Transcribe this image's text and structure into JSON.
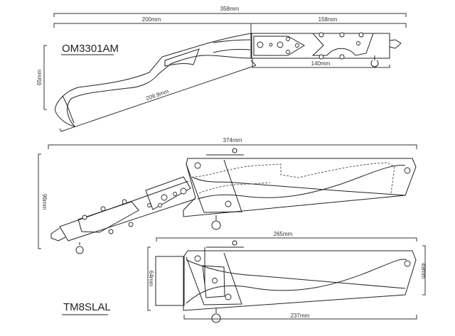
{
  "knife_top": {
    "model": "OM3301AM",
    "overall_length": "358mm",
    "blade_length": "200mm",
    "handle_length": "158mm",
    "grip_length": "140mm",
    "height": "65mm",
    "edge_length": "209.9mm"
  },
  "knife_bottom": {
    "model": "TM8SLAL",
    "overall_length": "374mm",
    "height": "96mm",
    "sheath_length": "265mm",
    "sheath_height_left": "64mm",
    "sheath_height_right": "49mm",
    "sheath_body_length": "237mm"
  }
}
